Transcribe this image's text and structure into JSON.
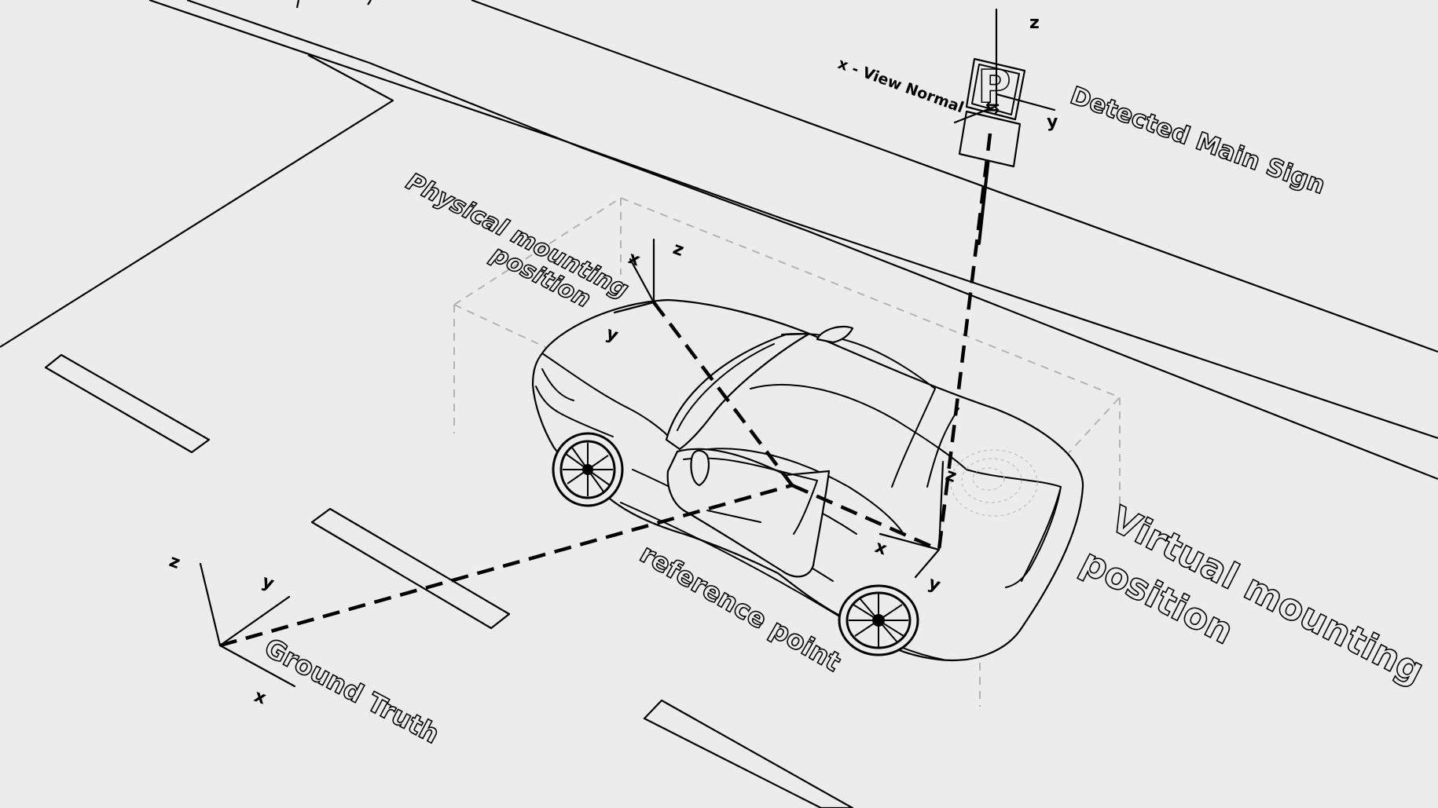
{
  "labels": {
    "detected_main_sign": "Detected Main Sign",
    "x_view_normal": "x - View Normal",
    "physical_mounting_line1": "Physical mounting",
    "physical_mounting_line2": "position",
    "virtual_mounting_line1": "Virtual mounting",
    "virtual_mounting_line2": "position",
    "reference_point": "reference point",
    "ground_truth": "Ground Truth"
  },
  "axes": {
    "sign": {
      "z": "z",
      "y": "y"
    },
    "physical": {
      "x": "x",
      "y": "y",
      "z": "z"
    },
    "virtual": {
      "x": "x",
      "y": "y",
      "z": "z"
    },
    "ground": {
      "x": "x",
      "y": "y",
      "z": "z"
    }
  },
  "sign": {
    "glyph": "P",
    "arrow": "⇆"
  },
  "colors": {
    "background": "#ececec",
    "ink": "#000000",
    "bounding_box": "#b3b3b3"
  },
  "icons": {
    "sign": "parking-sign-icon",
    "car": "car-outline-icon"
  }
}
